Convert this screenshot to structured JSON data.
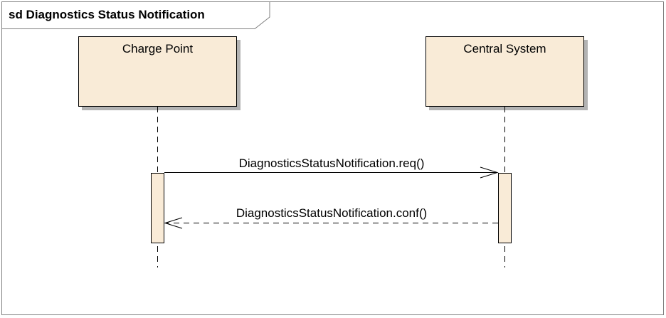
{
  "frame": {
    "title": "sd Diagnostics Status Notification"
  },
  "lifelines": {
    "charge_point": {
      "label": "Charge Point"
    },
    "central_system": {
      "label": "Central System"
    }
  },
  "messages": {
    "request": {
      "label": "DiagnosticsStatusNotification.req()"
    },
    "response": {
      "label": "DiagnosticsStatusNotification.conf()"
    }
  },
  "colors": {
    "lifeline_fill": "#f9ebd7",
    "activation_fill": "#f9ebd7",
    "stroke": "#000000",
    "shadow": "#b3b3b3",
    "frame_border": "#808080"
  }
}
